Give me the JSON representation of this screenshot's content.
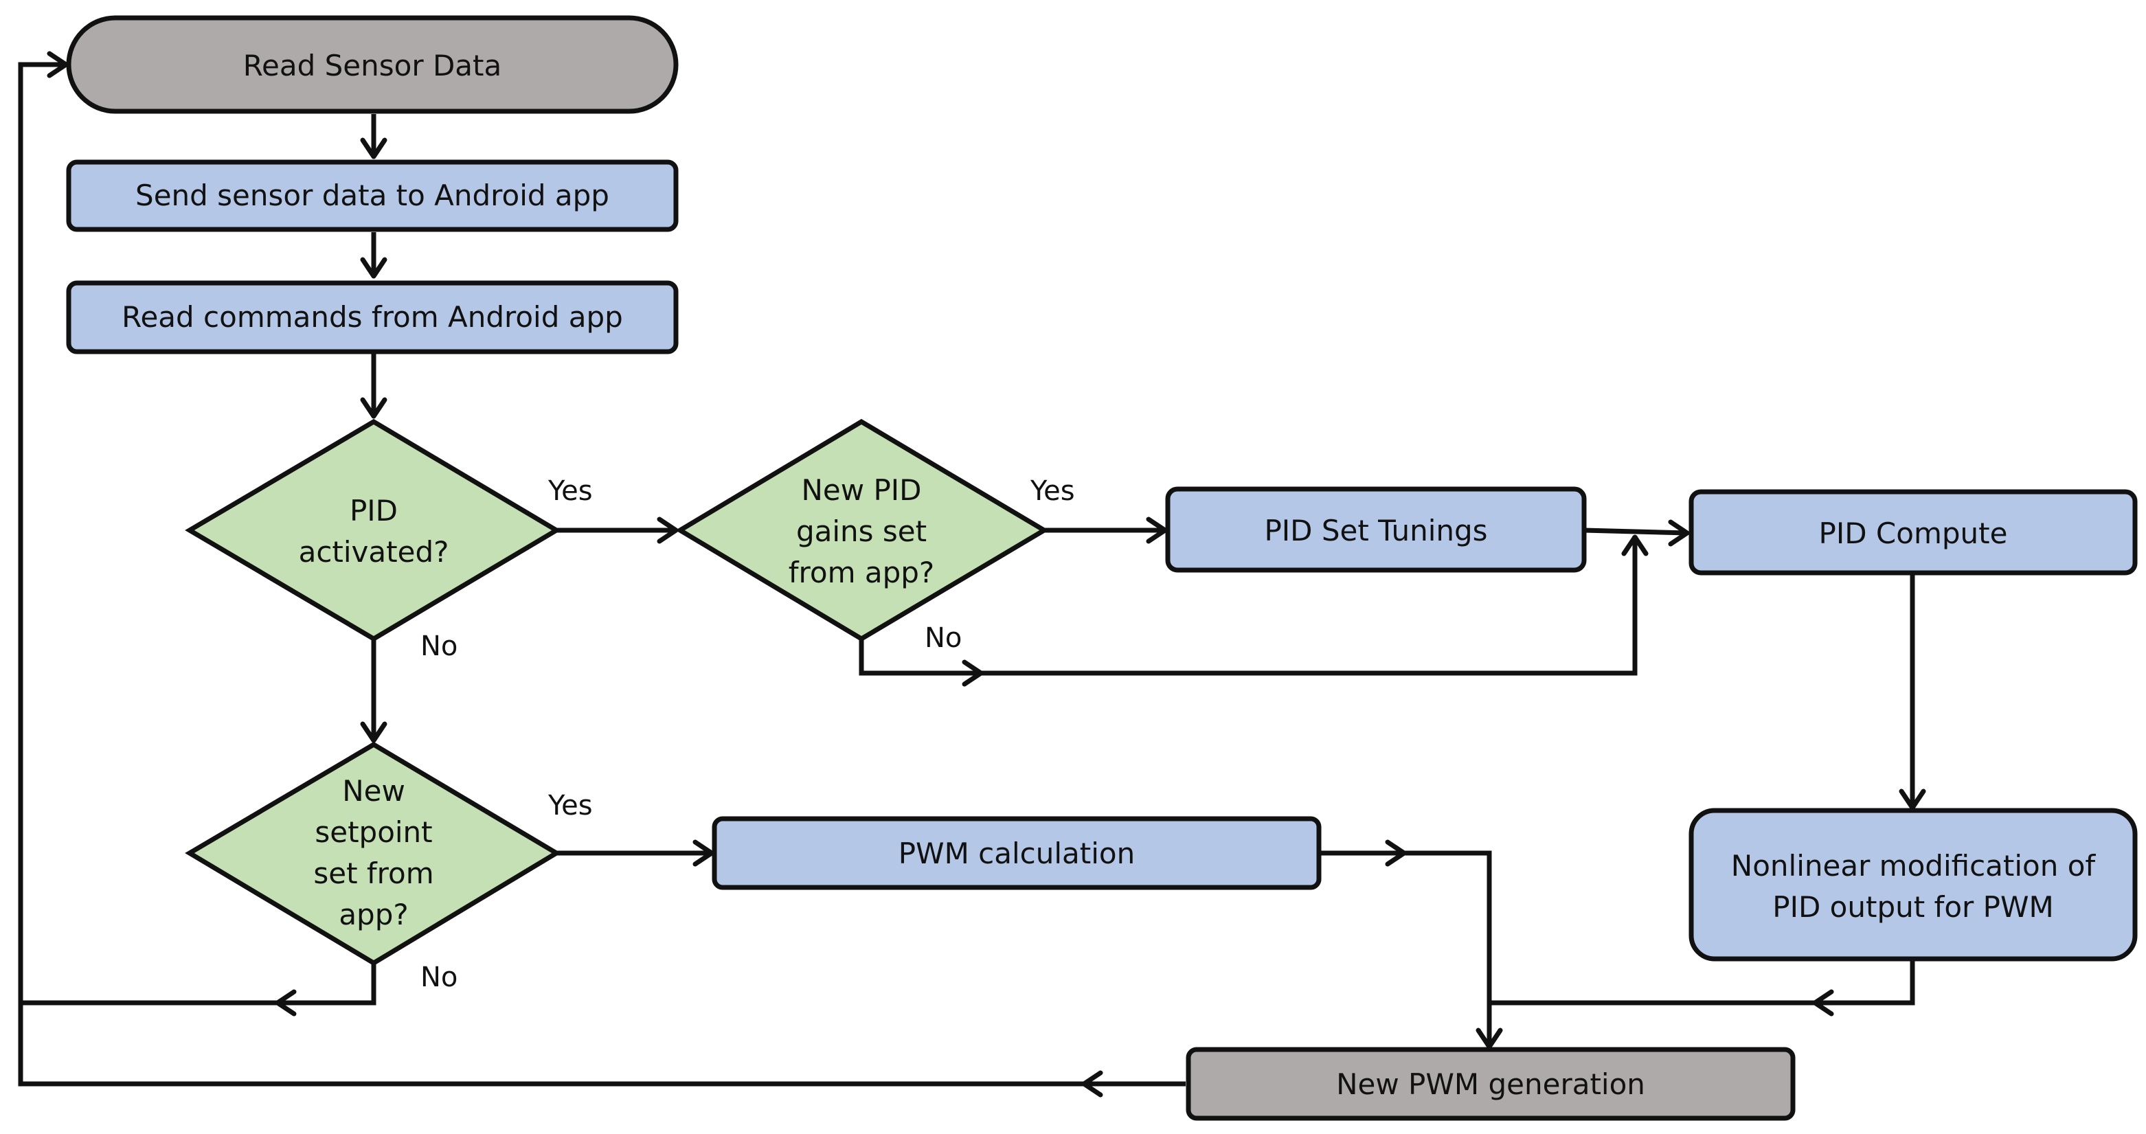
{
  "nodes": {
    "read_sensor": {
      "kind": "terminal",
      "lines": [
        "Read Sensor Data"
      ]
    },
    "send_sensor": {
      "kind": "process",
      "lines": [
        "Send sensor data to Android app"
      ]
    },
    "read_commands": {
      "kind": "process",
      "lines": [
        "Read commands from Android app"
      ]
    },
    "pid_activated": {
      "kind": "decision",
      "lines": [
        "PID",
        "activated?"
      ]
    },
    "new_gains": {
      "kind": "decision",
      "lines": [
        "New PID",
        "gains set",
        "from app?"
      ]
    },
    "pid_set_tunings": {
      "kind": "process",
      "lines": [
        "PID Set Tunings"
      ]
    },
    "pid_compute": {
      "kind": "process",
      "lines": [
        "PID Compute"
      ]
    },
    "new_setpoint": {
      "kind": "decision",
      "lines": [
        "New",
        "setpoint",
        "set from",
        "app?"
      ]
    },
    "pwm_calculation": {
      "kind": "process",
      "lines": [
        "PWM calculation"
      ]
    },
    "nonlinear_mod": {
      "kind": "process",
      "lines": [
        "Nonlinear modification of",
        "PID output for PWM"
      ]
    },
    "new_pwm": {
      "kind": "terminal",
      "lines": [
        "New PWM generation"
      ]
    }
  },
  "edge_labels": {
    "pid_yes": "Yes",
    "pid_no": "No",
    "gains_yes": "Yes",
    "gains_no": "No",
    "setpoint_yes": "Yes",
    "setpoint_no": "No"
  },
  "colors": {
    "process_fill": "#b4c7e7",
    "terminal_fill": "#aeaaaa",
    "decision_fill": "#c5e0b4",
    "stroke": "#111111"
  }
}
